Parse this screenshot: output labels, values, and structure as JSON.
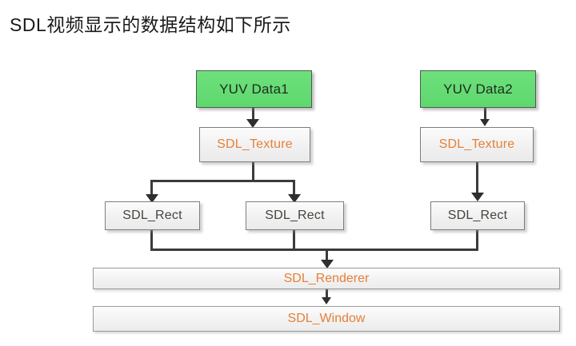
{
  "page": {
    "title": "SDL视频显示的数据结构如下所示",
    "background": "#ffffff"
  },
  "colors": {
    "green_fill": "#6ee07c",
    "green_border": "#4f5a50",
    "orange_text": "#e5803a",
    "dark_text": "#46443f",
    "connector": "#3b3b3b",
    "box_fill": "#f3f3f3",
    "box_border": "#7d7d7d"
  },
  "diagram": {
    "type": "flowchart",
    "nodes": [
      {
        "id": "yuv1",
        "label": "YUV Data1",
        "style": "green",
        "text_color": "#1e2b1e"
      },
      {
        "id": "yuv2",
        "label": "YUV Data2",
        "style": "green",
        "text_color": "#1e2b1e"
      },
      {
        "id": "tex1",
        "label": "SDL_Texture",
        "style": "plain",
        "text_color": "#e5803a"
      },
      {
        "id": "tex2",
        "label": "SDL_Texture",
        "style": "plain",
        "text_color": "#e5803a"
      },
      {
        "id": "rect1",
        "label": "SDL_Rect",
        "style": "plain",
        "text_color": "#46443f"
      },
      {
        "id": "rect2",
        "label": "SDL_Rect",
        "style": "plain",
        "text_color": "#46443f"
      },
      {
        "id": "rect3",
        "label": "SDL_Rect",
        "style": "plain",
        "text_color": "#46443f"
      },
      {
        "id": "renderer",
        "label": "SDL_Renderer",
        "style": "bar",
        "text_color": "#e5803a"
      },
      {
        "id": "window",
        "label": "SDL_Window",
        "style": "bar",
        "text_color": "#e5803a"
      }
    ],
    "edges": [
      {
        "from": "yuv1",
        "to": "tex1"
      },
      {
        "from": "yuv2",
        "to": "tex2"
      },
      {
        "from": "tex1",
        "to": "rect1"
      },
      {
        "from": "tex1",
        "to": "rect2"
      },
      {
        "from": "tex2",
        "to": "rect3"
      },
      {
        "from": "rect1",
        "to": "renderer"
      },
      {
        "from": "rect2",
        "to": "renderer"
      },
      {
        "from": "rect3",
        "to": "renderer"
      },
      {
        "from": "renderer",
        "to": "window"
      }
    ]
  }
}
